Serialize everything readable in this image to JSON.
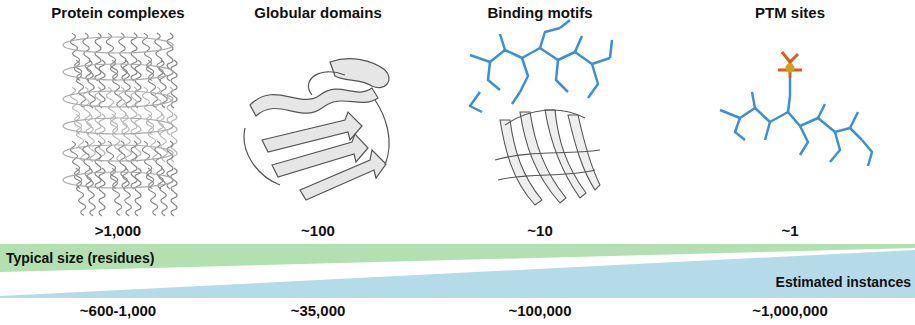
{
  "diagram": {
    "nodes": [
      {
        "text": [
          "Typical size (residues)"
        ]
      },
      {
        "text": [
          "Estimated instances"
        ]
      }
    ],
    "labels": [
      "Protein complexes",
      "Globular domains",
      "Binding motifs",
      "PTM sites",
      ">1,000",
      "~100",
      "~10",
      "~1",
      "~600-1,000",
      "~35,000",
      "~100,000",
      "~1,000,000"
    ]
  }
}
